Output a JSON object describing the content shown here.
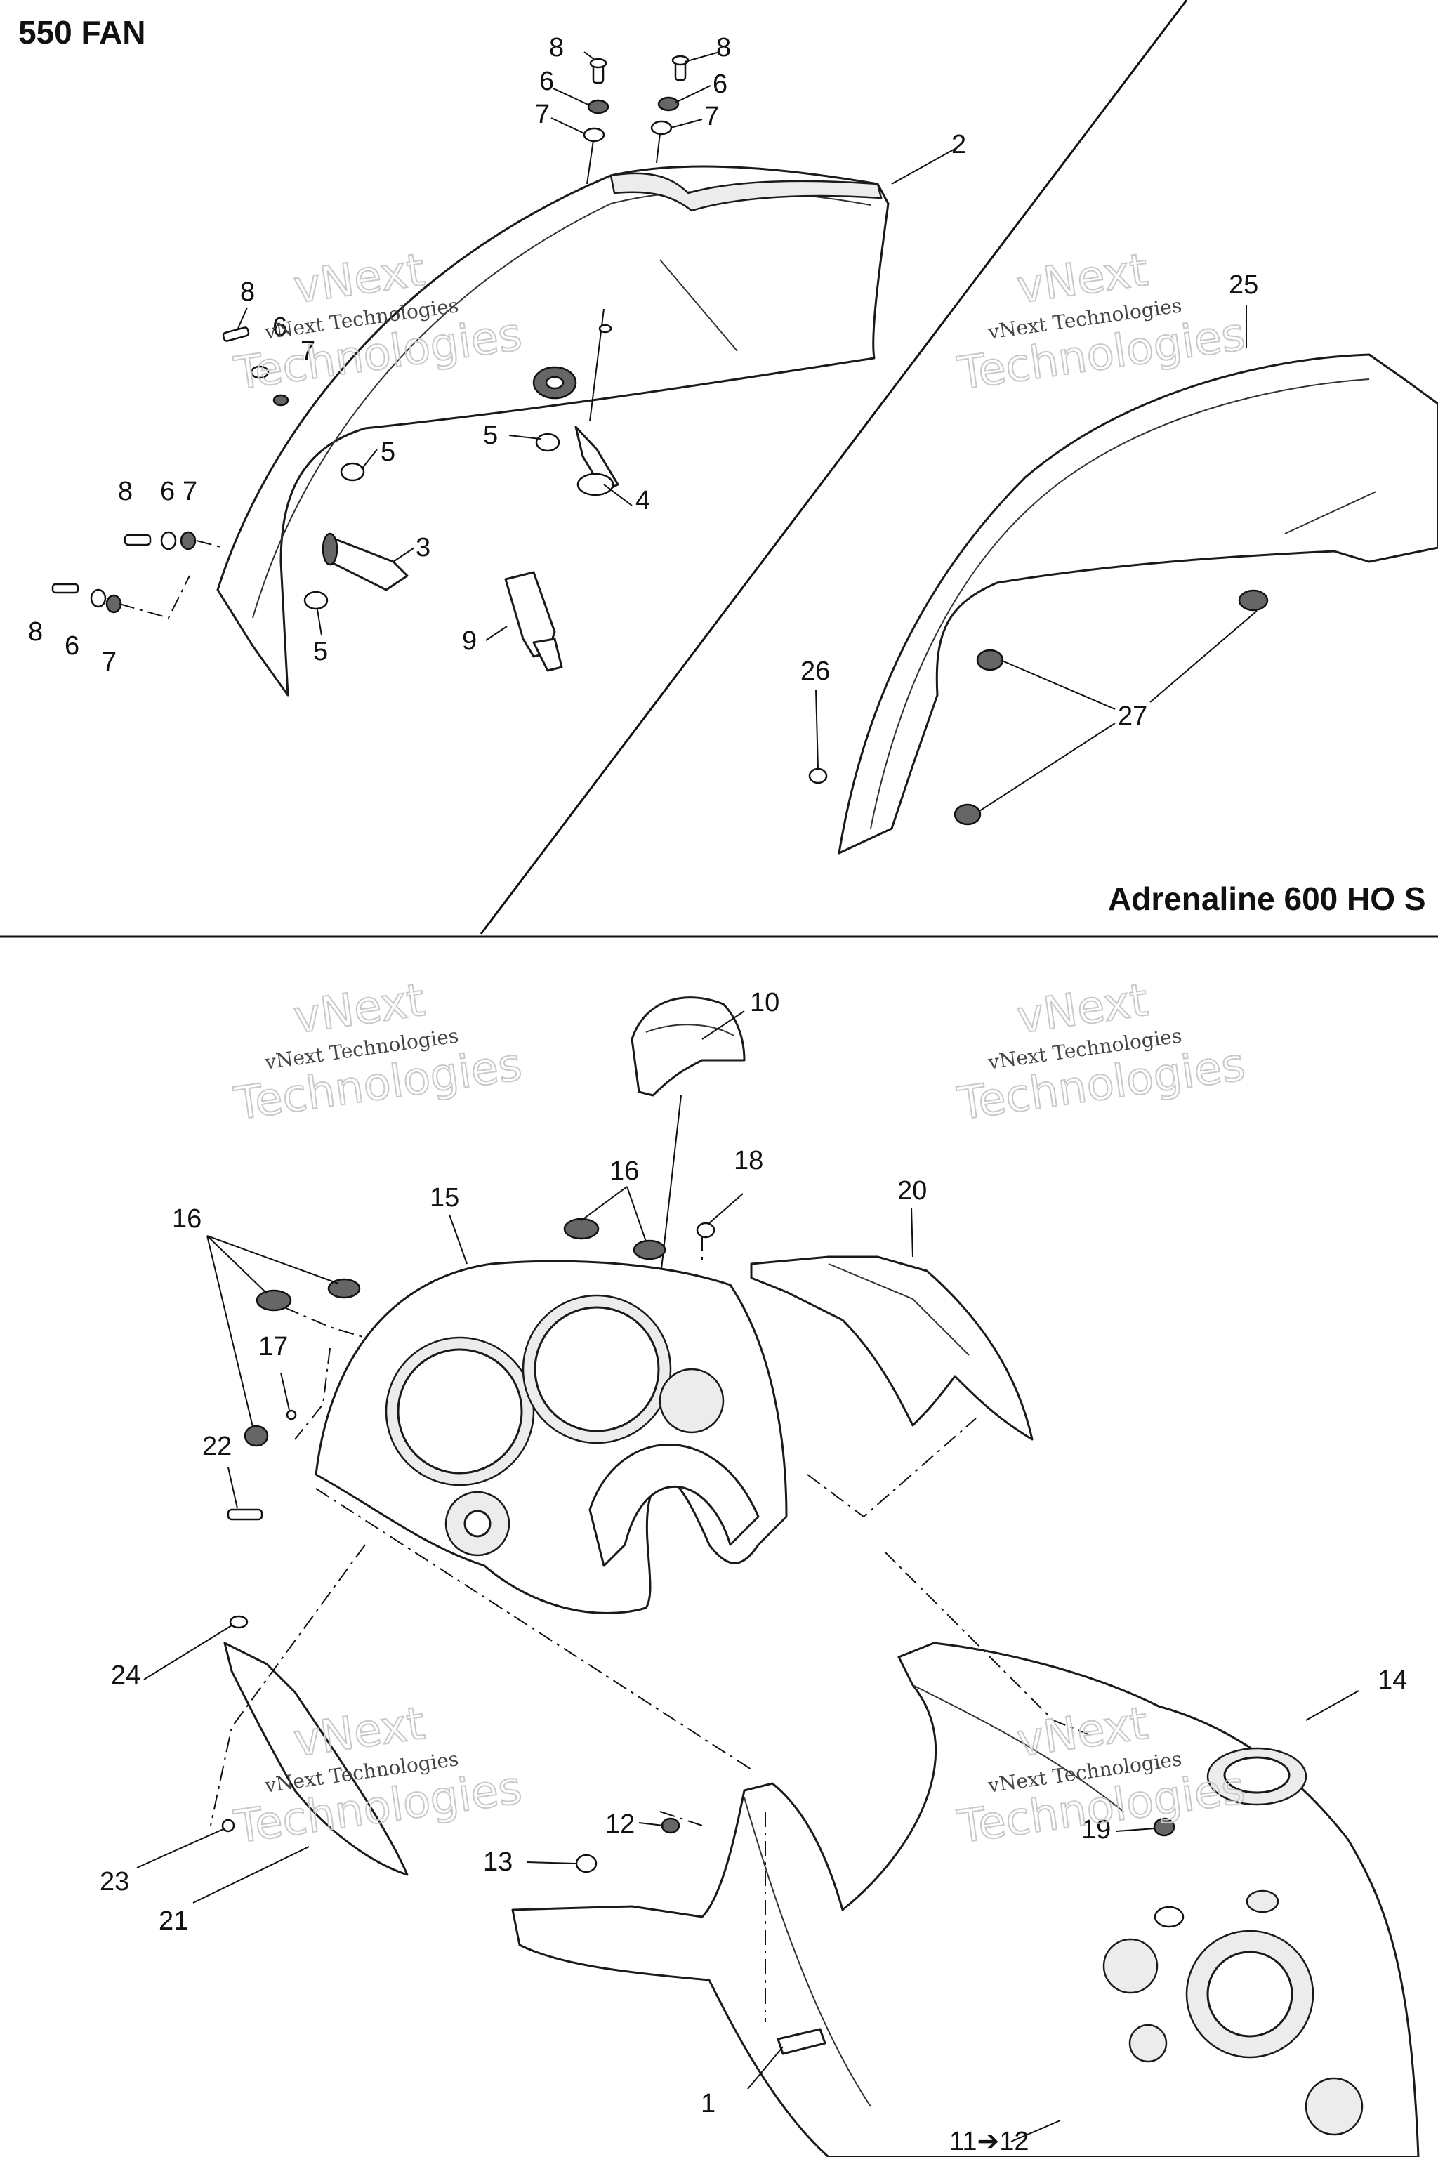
{
  "sections": {
    "top": {
      "title": "550 FAN"
    },
    "bottom": {
      "title": "Adrenaline 600 HO S"
    }
  },
  "watermark": {
    "line1": "vNext",
    "line2": "vNext Technologies",
    "line3": "Technologies"
  },
  "callouts": {
    "c1": "1",
    "c2": "2",
    "c3": "3",
    "c4": "4",
    "c5": "5",
    "c6": "6",
    "c7": "7",
    "c8": "8",
    "c9": "9",
    "c10": "10",
    "c12": "12",
    "c13": "13",
    "c14": "14",
    "c15": "15",
    "c16": "16",
    "c17": "17",
    "c18": "18",
    "c19": "19",
    "c20": "20",
    "c21": "21",
    "c22": "22",
    "c23": "23",
    "c24": "24",
    "c25": "25",
    "c26": "26",
    "c27": "27",
    "c11to12": "11➔12"
  }
}
